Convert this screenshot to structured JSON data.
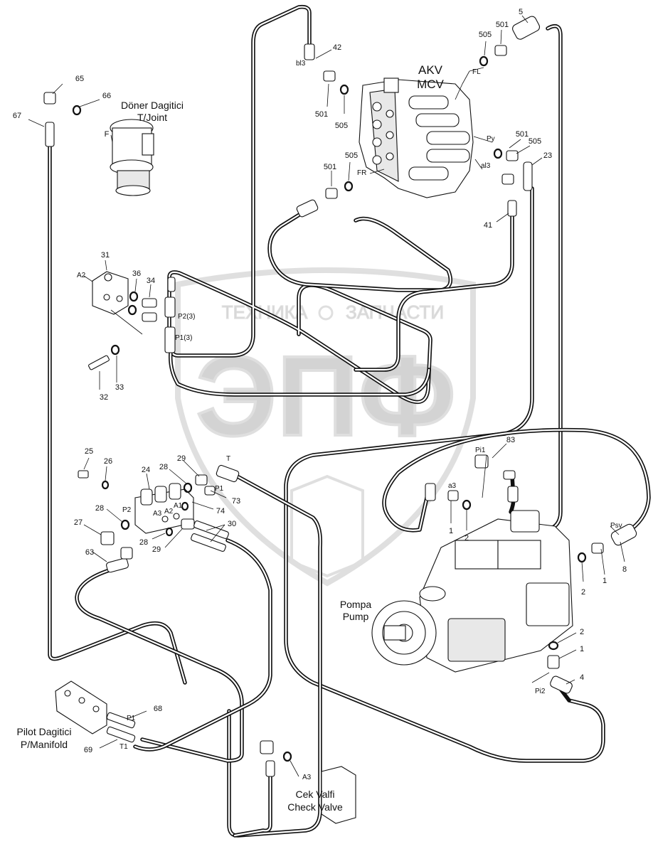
{
  "watermark": {
    "line1": "ТЕХНИКА",
    "line2": "ЗАПЧАСТИ",
    "logo": "ЭПФ"
  },
  "titles": {
    "mcv_line1": "AKV",
    "mcv_line2": "MCV",
    "swivel_line1": "Döner Dagitici",
    "swivel_line2": "T/Joint",
    "pump_line1": "Pompa",
    "pump_line2": "Pump",
    "pilot_line1": "Pilot Dagitici",
    "pilot_line2": "P/Manifold",
    "check_line1": "Cek Valfi",
    "check_line2": "Check Valve"
  },
  "ports": {
    "bl3": "bl3",
    "fl": "FL",
    "py": "Py",
    "al3": "al3",
    "fr": "FR",
    "a2_block": "A2",
    "p2_3": "P2(3)",
    "p1_3": "P1(3)",
    "t_top": "T",
    "p1_valve": "P1",
    "p2_valve": "P2",
    "a3_valve": "A3",
    "a2_valve": "A2",
    "a1_valve": "A1",
    "pi1": "Pi1",
    "a3_pump": "a3",
    "psv": "Psv",
    "pi2": "Pi2",
    "p1_pilot": "P1",
    "t1_pilot": "T1",
    "a3_check": "A3"
  },
  "callouts": {
    "c5": "5",
    "c501_tl": "501",
    "c505_tl": "505",
    "c42": "42",
    "c501_ml": "501",
    "c505_ml": "505",
    "c501_r": "501",
    "c505_r": "505",
    "c23": "23",
    "c505_fr": "505",
    "c501_fr": "501",
    "c41": "41",
    "c65": "65",
    "c66": "66",
    "c67": "67",
    "cF": "F",
    "c31": "31",
    "c36": "36",
    "c34": "34",
    "c32": "32",
    "c33": "33",
    "c25": "25",
    "c26": "26",
    "c24": "24",
    "c29a": "29",
    "c28a": "28",
    "c73": "73",
    "c74": "74",
    "c28b": "28",
    "c27": "27",
    "c30": "30",
    "c28c": "28",
    "c29b": "29",
    "c63": "63",
    "c83": "83",
    "c1a": "1",
    "c2a": "2",
    "c2b": "2",
    "c1b": "1",
    "c8": "8",
    "c2c": "2",
    "c2d": "2",
    "c1c": "1",
    "c4": "4",
    "c68": "68",
    "c69": "69"
  }
}
